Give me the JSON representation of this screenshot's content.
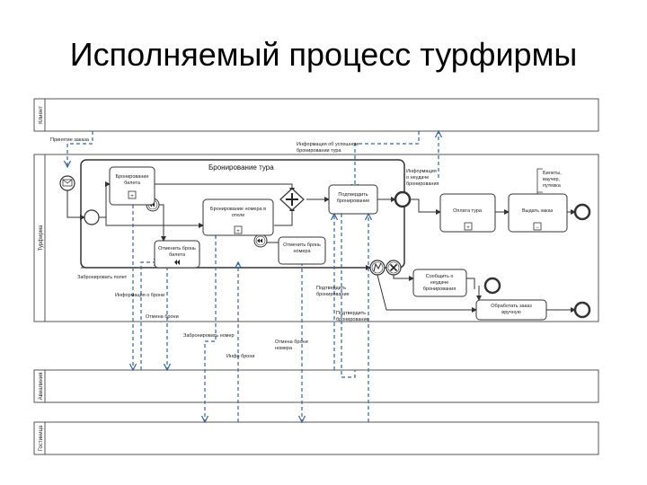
{
  "slide": {
    "title": "Исполняемый процесс турфирмы"
  },
  "lanes": {
    "client": "Клиент",
    "agency": "Турфирма",
    "airline": "Авиалиния",
    "hotel": "Гостиница"
  },
  "subprocess": {
    "title": "Бронирование тура"
  },
  "tasks": {
    "book_ticket": "Бронирование\nбилета",
    "cancel_ticket": "Отменить бронь\nбилета",
    "book_room": "Бронирование номера в\nотеле",
    "cancel_room": "Отменить бронь\nномера",
    "confirm_booking": "Подтвердить\nбронирование",
    "pay_tour": "Оплата тура",
    "issue_order": "Выдать заказ",
    "notify_failure": "Сообщить о\nнеудаче\nбронирования",
    "handle_failure": "Обработать заказ\nвручную"
  },
  "annotations": {
    "tickets_vouchers": "Билеты,\nваучер,\nпутевка"
  },
  "flows": {
    "order_request": "Принятие заказа",
    "info_success": "Информация об успешном\nбронировании тура",
    "info_failure": "Информация\nо неудаче\nбронирования",
    "book_flight": "Забронировать полет",
    "ticket_info": "Информация о брони",
    "ticket_cancel": "Отмена брони",
    "book_room_msg": "Забронировать номер",
    "room_info": "Инфо брони",
    "room_cancel": "Отмена брони\nномера",
    "confirm_flight": "Подтвердить\nбронирование",
    "confirm_room": "Подтвердить\nбронирование"
  },
  "markers": {
    "collapsed": "+",
    "collapsed_minus": "−"
  }
}
